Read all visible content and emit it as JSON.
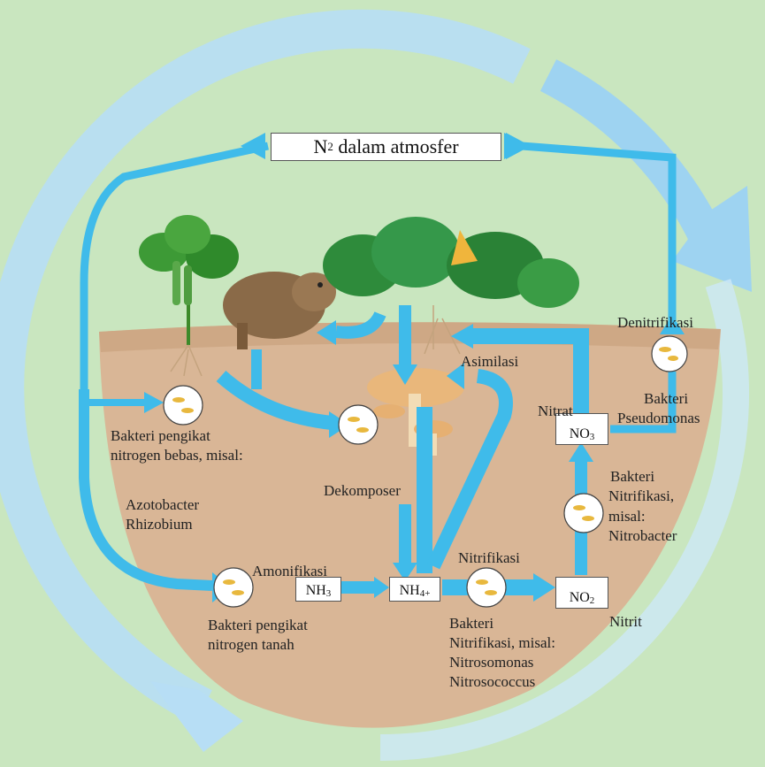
{
  "title": {
    "n2_symbol": "N",
    "n2_sub": "2",
    "n2_rest": " dalam atmosfer"
  },
  "processes": {
    "denitrifikasi": "Denitrifikasi",
    "asimilasi": "Asimilasi",
    "dekomposer": "Dekomposer",
    "amonifikasi": "Amonifikasi",
    "nitrifikasi": "Nitrifikasi"
  },
  "compounds": {
    "nitrat_label": "Nitrat",
    "no3": "NO",
    "no3_sub": "3",
    "no2": "NO",
    "no2_sub": "2",
    "nitrit_label": "Nitrit",
    "nh3": "NH",
    "nh3_sub": "3",
    "nh4": "NH",
    "nh4_sub": "4",
    "nh4_sup": "+"
  },
  "bacteria": {
    "pseudomonas": [
      "Bakteri",
      "Pseudomonas"
    ],
    "nitrobacter": [
      "Bakteri",
      "Nitrifikasi,",
      "misal:",
      "Nitrobacter"
    ],
    "free_fixers": [
      "Bakteri pengikat",
      "nitrogen bebas, misal:"
    ],
    "free_fixer_examples": [
      "Azotobacter",
      "Rhizobium"
    ],
    "soil_fixers": [
      "Bakteri pengikat",
      "nitrogen tanah"
    ],
    "nitrosomonas": [
      "Bakteri",
      "Nitrifikasi, misal:",
      "Nitrosomonas",
      "Nitrosococcus"
    ]
  },
  "colors": {
    "background": "#c9e6bf",
    "outer_ring": "#a9d6f2",
    "flow_arrow": "#3fb9ea",
    "soil": "#d8b898",
    "bacteria": "#e8b83e"
  }
}
